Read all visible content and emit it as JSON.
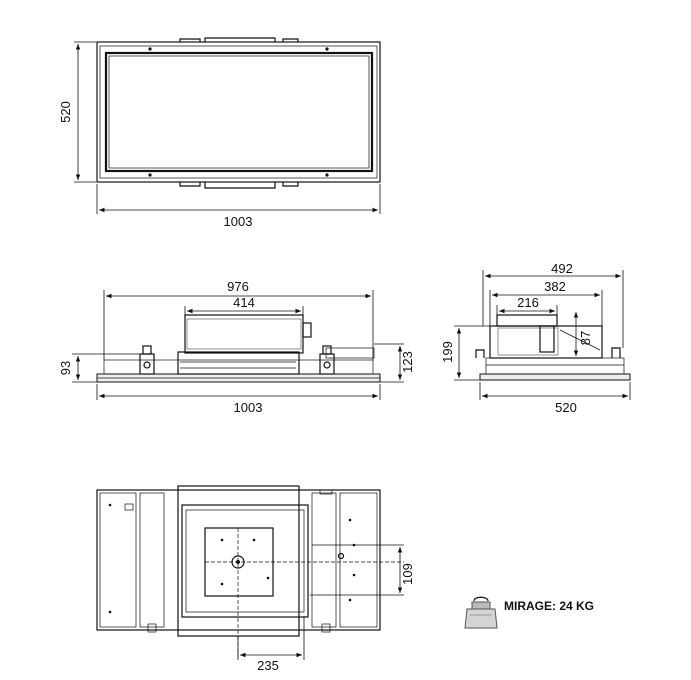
{
  "top_view": {
    "height_dim": "520",
    "width_dim": "1003"
  },
  "front_view": {
    "overall_top_dim": "976",
    "duct_dim": "414",
    "left_height_dim": "93",
    "right_height_dim": "123",
    "bottom_width_dim": "1003"
  },
  "side_view": {
    "dim_492": "492",
    "dim_382": "382",
    "dim_216": "216",
    "dim_87": "87",
    "height_dim": "199",
    "bottom_width_dim": "520"
  },
  "bottom_view": {
    "right_dim": "109",
    "bottom_dim": "235"
  },
  "weight": {
    "label": "MIRAGE: 24 KG"
  }
}
